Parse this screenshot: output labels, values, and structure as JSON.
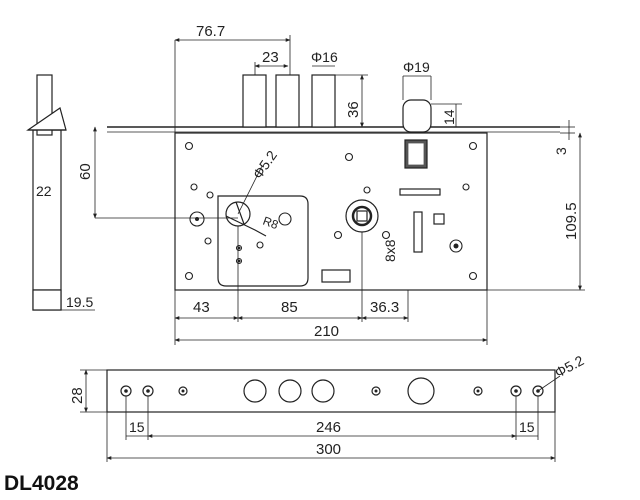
{
  "model_code": "DL4028",
  "dimensions": {
    "bolt_offset": "76.7",
    "spindle_pitch": "23",
    "dia_16": "Φ16",
    "dia_19": "Φ19",
    "bolt_throw": "36",
    "latch_throw": "14",
    "faceplate_thickness": "3",
    "height_60": "60",
    "case_height": "109.5",
    "dia_5_2": "Φ5.2",
    "r8": "R8",
    "square_8x8": "8x8",
    "dist_43": "43",
    "dist_85": "85",
    "dist_36_3": "36.3",
    "case_width": "210",
    "side_22": "22",
    "side_19_5": "19.5",
    "plate_height": "28",
    "plate_dia_5_2": "Φ5.2",
    "plate_inset_left": "15",
    "hole_span": "246",
    "plate_inset_right": "15",
    "plate_length": "300"
  }
}
